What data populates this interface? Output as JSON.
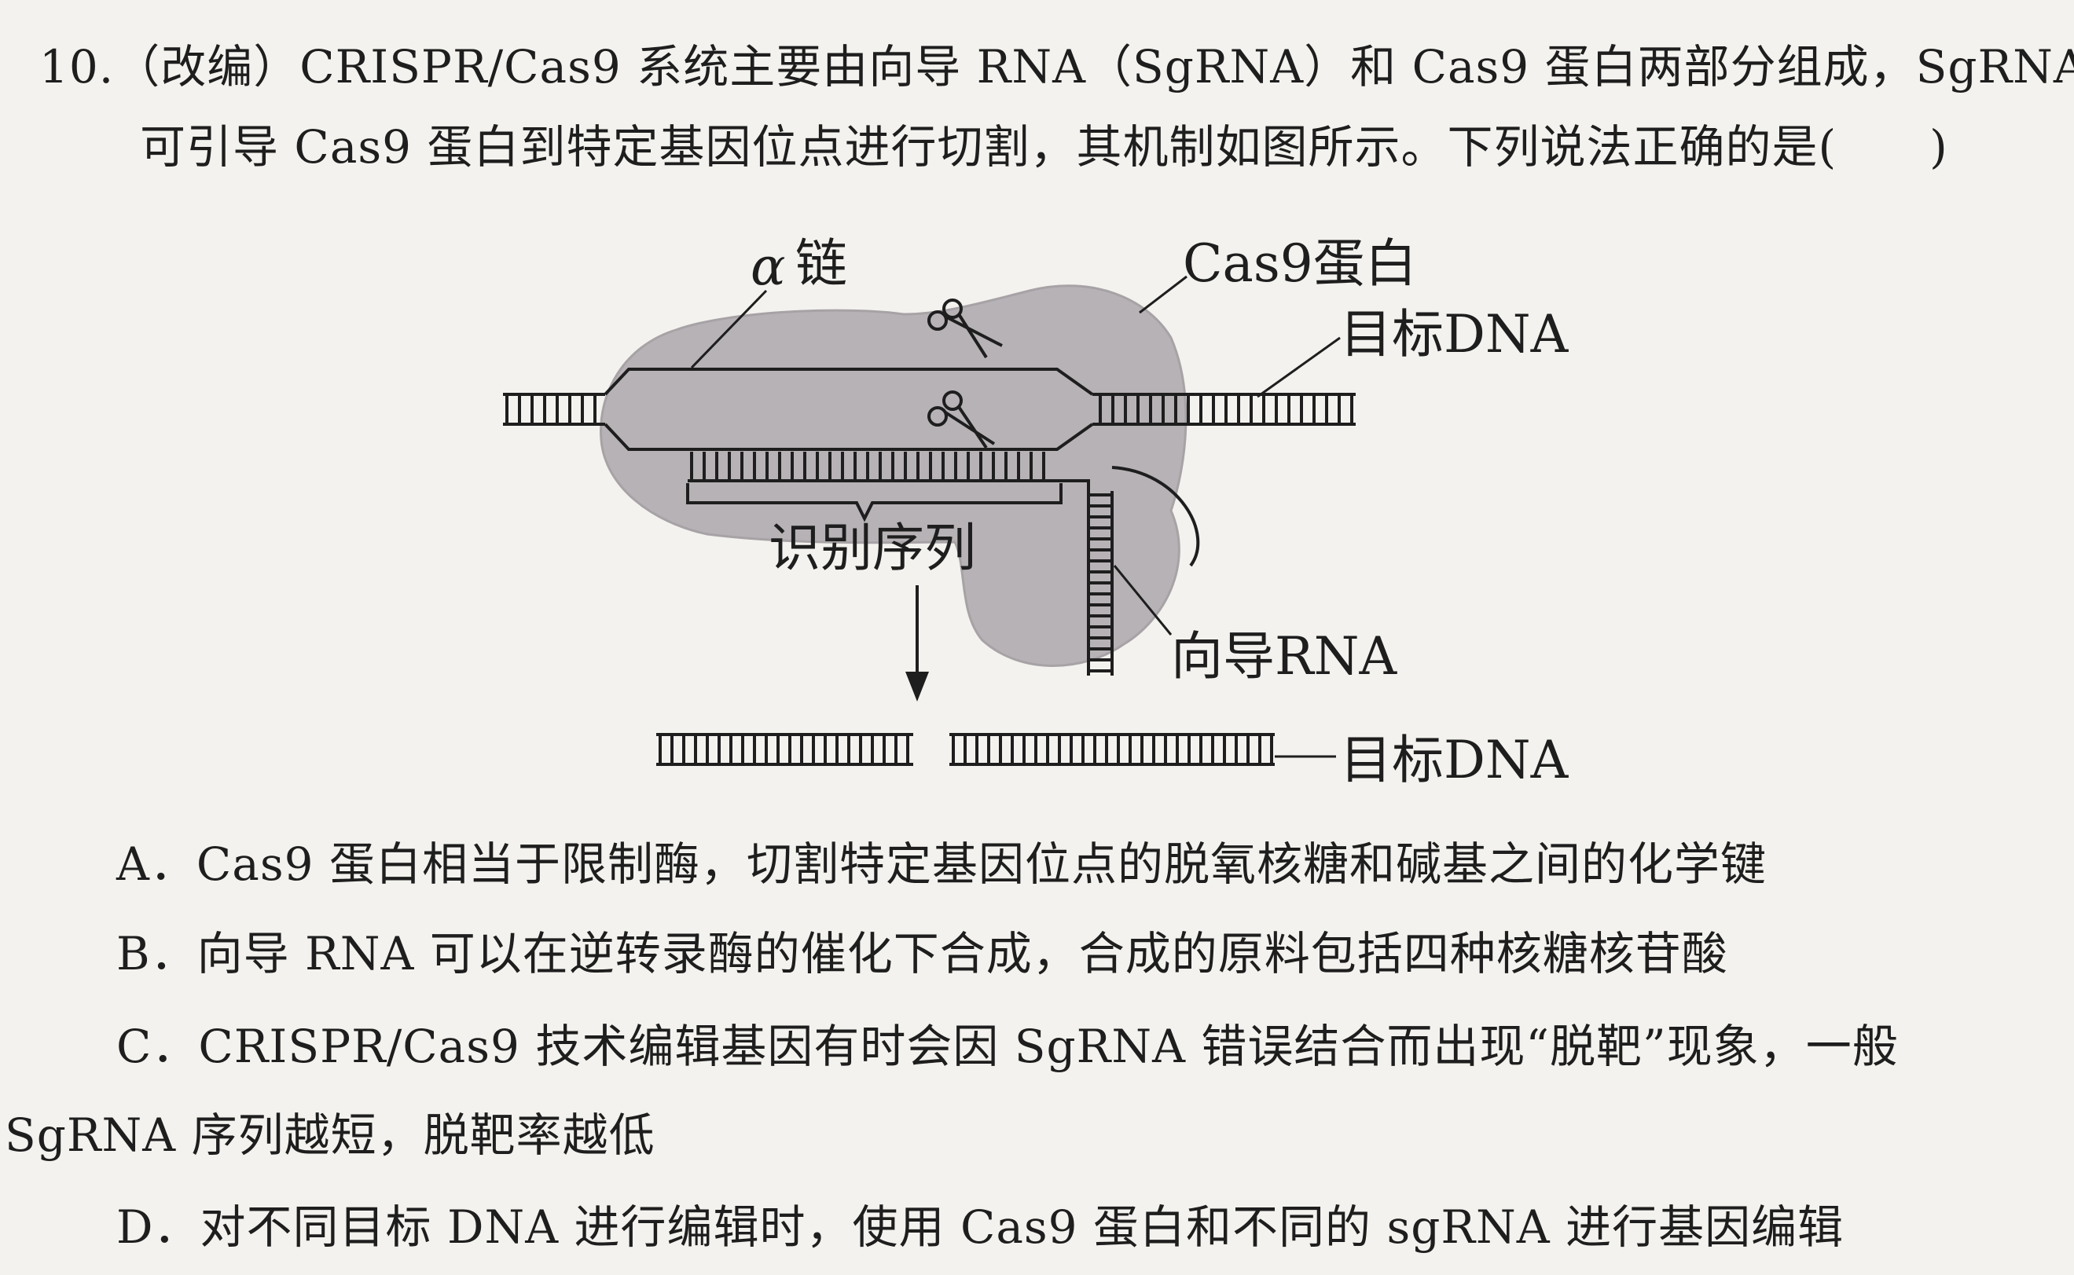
{
  "question": {
    "line1": "10.（改编）CRISPR/Cas9 系统主要由向导 RNA（SgRNA）和 Cas9 蛋白两部分组成，SgRNA",
    "line2": "可引导 Cas9 蛋白到特定基因位点进行切割，其机制如图所示。下列说法正确的是(　　)"
  },
  "figure": {
    "label_alpha_symbol": "α",
    "label_alpha": "链",
    "label_cas9": "Cas9蛋白",
    "label_target_dna_top": "目标DNA",
    "label_recognition": "识别序列",
    "label_guide_rna": "向导RNA",
    "label_target_dna_bottom": "目标DNA"
  },
  "options": {
    "A": "A．Cas9 蛋白相当于限制酶，切割特定基因位点的脱氧核糖和碱基之间的化学键",
    "B": "B．向导 RNA 可以在逆转录酶的催化下合成，合成的原料包括四种核糖核苷酸",
    "C_line1": "C．CRISPR/Cas9 技术编辑基因有时会因 SgRNA 错误结合而出现“脱靶”现象，一般",
    "C_line2": "SgRNA 序列越短，脱靶率越低",
    "D": "D．对不同目标 DNA 进行编辑时，使用 Cas9 蛋白和不同的 sgRNA 进行基因编辑"
  }
}
